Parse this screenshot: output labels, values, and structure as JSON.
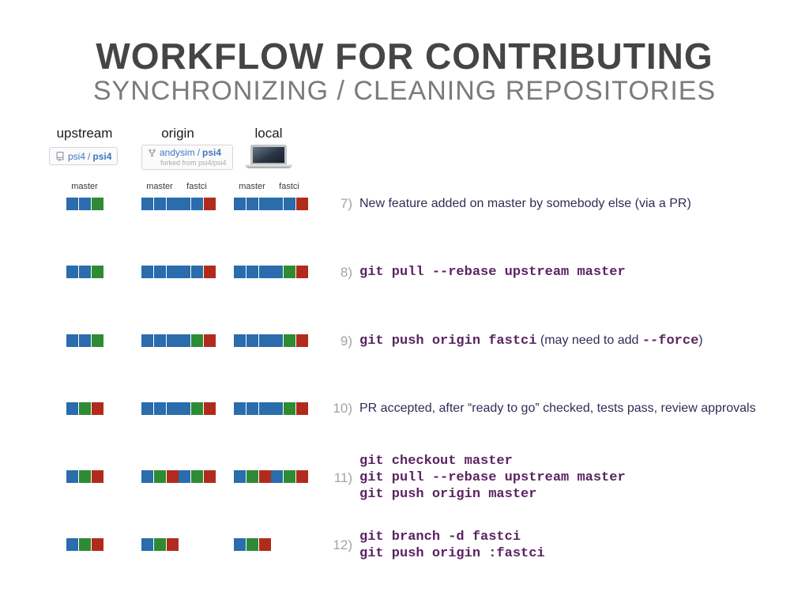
{
  "slide": {
    "title": "WORKFLOW FOR CONTRIBUTING",
    "subtitle": "SYNCHRONIZING / CLEANING REPOSITORIES"
  },
  "columns": {
    "upstream": {
      "label": "upstream",
      "badge": {
        "owner": "psi4",
        "separator": "/",
        "name": "psi4"
      },
      "branches": [
        "master"
      ]
    },
    "origin": {
      "label": "origin",
      "badge": {
        "owner": "andysim",
        "separator": "/",
        "name": "psi4",
        "forked_note": "forked from psi4/psi4"
      },
      "branches": [
        "master",
        "fastci"
      ]
    },
    "local": {
      "label": "local",
      "branches": [
        "master",
        "fastci"
      ]
    }
  },
  "colors": {
    "blue": "#2a6cac",
    "green": "#2e8b33",
    "red": "#b12b1d"
  },
  "rows": [
    {
      "upstream": [
        [
          "blue",
          "blue",
          "green"
        ]
      ],
      "origin": [
        [
          "blue",
          "blue",
          "blue"
        ],
        [
          "blue",
          "blue",
          "red"
        ]
      ],
      "local": [
        [
          "blue",
          "blue",
          "blue"
        ],
        [
          "blue",
          "blue",
          "red"
        ]
      ]
    },
    {
      "upstream": [
        [
          "blue",
          "blue",
          "green"
        ]
      ],
      "origin": [
        [
          "blue",
          "blue",
          "blue"
        ],
        [
          "blue",
          "blue",
          "red"
        ]
      ],
      "local": [
        [
          "blue",
          "blue",
          "blue"
        ],
        [
          "blue",
          "green",
          "red"
        ]
      ]
    },
    {
      "upstream": [
        [
          "blue",
          "blue",
          "green"
        ]
      ],
      "origin": [
        [
          "blue",
          "blue",
          "blue"
        ],
        [
          "blue",
          "green",
          "red"
        ]
      ],
      "local": [
        [
          "blue",
          "blue",
          "blue"
        ],
        [
          "blue",
          "green",
          "red"
        ]
      ]
    },
    {
      "upstream": [
        [
          "blue",
          "green",
          "red"
        ]
      ],
      "origin": [
        [
          "blue",
          "blue",
          "blue"
        ],
        [
          "blue",
          "green",
          "red"
        ]
      ],
      "local": [
        [
          "blue",
          "blue",
          "blue"
        ],
        [
          "blue",
          "green",
          "red"
        ]
      ]
    },
    {
      "upstream": [
        [
          "blue",
          "green",
          "red"
        ]
      ],
      "origin": [
        [
          "blue",
          "green",
          "red"
        ],
        [
          "blue",
          "green",
          "red"
        ]
      ],
      "local": [
        [
          "blue",
          "green",
          "red"
        ],
        [
          "blue",
          "green",
          "red"
        ]
      ]
    },
    {
      "upstream": [
        [
          "blue",
          "green",
          "red"
        ]
      ],
      "origin": [
        [
          "blue",
          "green",
          "red"
        ]
      ],
      "local": [
        [
          "blue",
          "green",
          "red"
        ]
      ]
    }
  ],
  "steps": [
    {
      "num": "7)",
      "lines": [
        [
          {
            "text": "New feature added on master by somebody else (via a PR)",
            "style": "plain"
          }
        ]
      ]
    },
    {
      "num": "8)",
      "lines": [
        [
          {
            "text": "git pull --rebase upstream master",
            "style": "code"
          }
        ]
      ]
    },
    {
      "num": "9)",
      "lines": [
        [
          {
            "text": "git push origin fastci",
            "style": "code"
          },
          {
            "text": " (may need to add ",
            "style": "plain"
          },
          {
            "text": "--force",
            "style": "code"
          },
          {
            "text": ")",
            "style": "plain"
          }
        ]
      ]
    },
    {
      "num": "10)",
      "lines": [
        [
          {
            "text": "PR accepted, after “ready to go” checked, tests pass, review approvals",
            "style": "plain"
          }
        ]
      ]
    },
    {
      "num": "11)",
      "lines": [
        [
          {
            "text": "git checkout master",
            "style": "code"
          }
        ],
        [
          {
            "text": "git pull --rebase upstream master",
            "style": "code"
          }
        ],
        [
          {
            "text": "git push origin master",
            "style": "code"
          }
        ]
      ]
    },
    {
      "num": "12)",
      "lines": [
        [
          {
            "text": "git branch -d fastci",
            "style": "code"
          }
        ],
        [
          {
            "text": "git push origin :fastci",
            "style": "code"
          }
        ]
      ]
    }
  ]
}
